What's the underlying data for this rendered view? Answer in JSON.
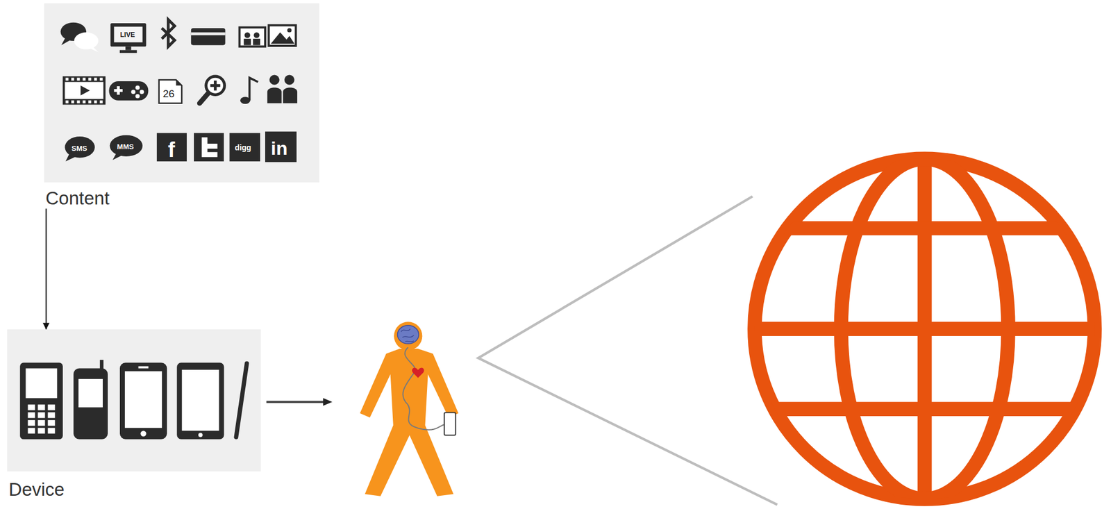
{
  "diagram": {
    "nodes": [
      {
        "text": [
          "Content"
        ]
      },
      {
        "text": [
          "Device"
        ]
      }
    ],
    "edges": [
      {
        "from": 0,
        "to": 1,
        "arrow": "to"
      }
    ],
    "labels": [
      "LIVE",
      "26",
      "SMS",
      "MMS",
      "f",
      "digg",
      "in"
    ]
  }
}
